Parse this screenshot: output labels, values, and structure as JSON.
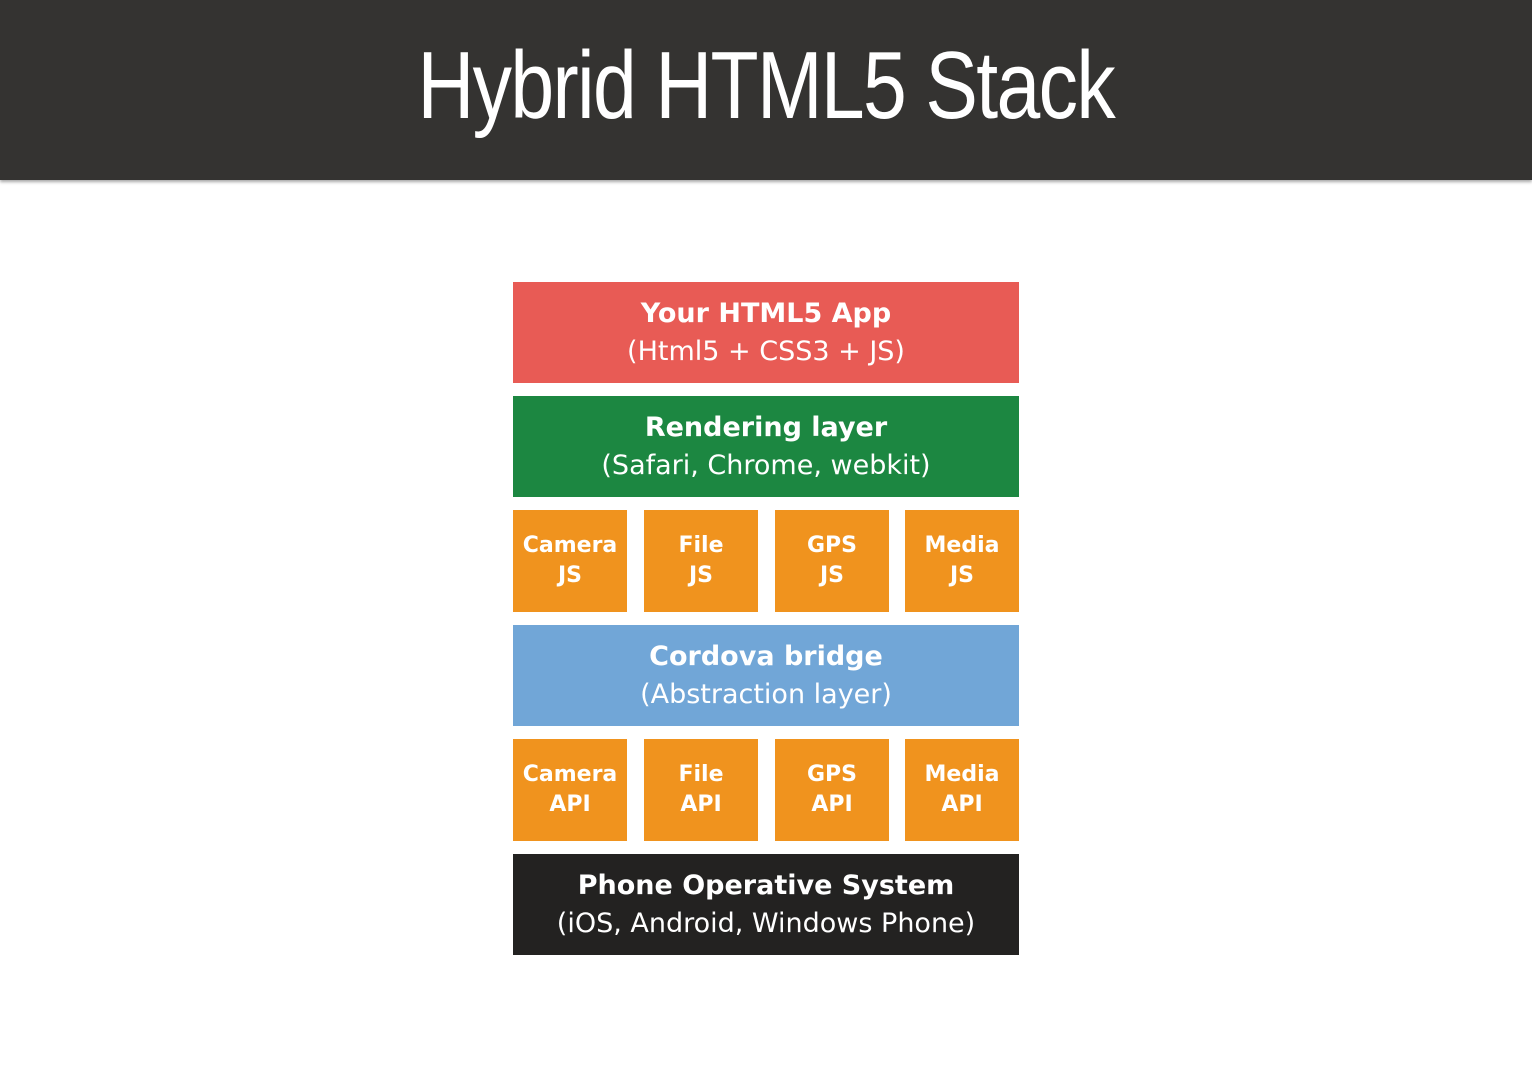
{
  "title": "Hybrid HTML5 Stack",
  "colors": {
    "header_bg": "#343331",
    "app": "#E85B55",
    "rendering": "#1C8741",
    "plugin": "#F0931E",
    "bridge": "#71A6D7",
    "os": "#232221"
  },
  "layers": {
    "app": {
      "title": "Your HTML5 App",
      "subtitle": "(Html5 + CSS3 + JS)"
    },
    "rendering": {
      "title": "Rendering layer",
      "subtitle": "(Safari, Chrome, webkit)"
    },
    "js_plugins": [
      {
        "line1": "Camera",
        "line2": "JS"
      },
      {
        "line1": "File",
        "line2": "JS"
      },
      {
        "line1": "GPS",
        "line2": "JS"
      },
      {
        "line1": "Media",
        "line2": "JS"
      }
    ],
    "bridge": {
      "title": "Cordova bridge",
      "subtitle": "(Abstraction layer)"
    },
    "native_apis": [
      {
        "line1": "Camera",
        "line2": "API"
      },
      {
        "line1": "File",
        "line2": "API"
      },
      {
        "line1": "GPS",
        "line2": "API"
      },
      {
        "line1": "Media",
        "line2": "API"
      }
    ],
    "os": {
      "title": "Phone Operative System",
      "subtitle": "(iOS, Android, Windows Phone)"
    }
  }
}
